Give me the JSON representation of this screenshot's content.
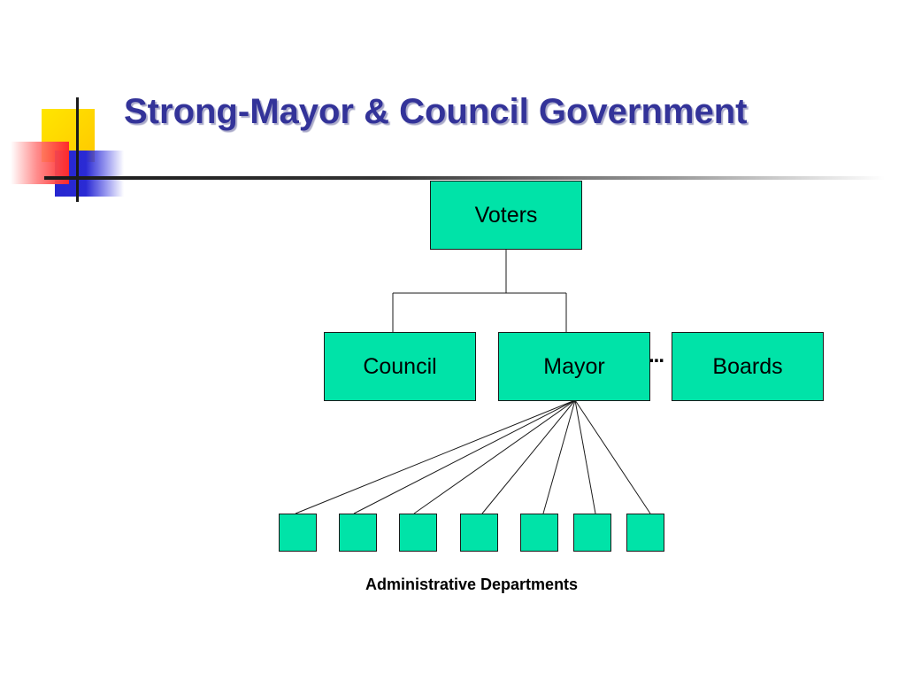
{
  "slide": {
    "title": "Strong-Mayor & Council Government",
    "caption": "Administrative Departments",
    "ellipsis": "...",
    "colors": {
      "title": "#333399",
      "node_fill": "#00e3a8",
      "deco_yellow": "#ffd800",
      "deco_red": "#ff3030",
      "deco_blue": "#2a2ad4"
    }
  },
  "diagram": {
    "nodes": {
      "voters": "Voters",
      "council": "Council",
      "mayor": "Mayor",
      "boards": "Boards"
    },
    "edges": [
      {
        "from": "voters",
        "to": "council"
      },
      {
        "from": "voters",
        "to": "mayor"
      },
      {
        "from": "mayor",
        "to": "dept-1"
      },
      {
        "from": "mayor",
        "to": "dept-2"
      },
      {
        "from": "mayor",
        "to": "dept-3"
      },
      {
        "from": "mayor",
        "to": "dept-4"
      },
      {
        "from": "mayor",
        "to": "dept-5"
      },
      {
        "from": "mayor",
        "to": "dept-6"
      },
      {
        "from": "mayor",
        "to": "dept-7"
      }
    ]
  }
}
